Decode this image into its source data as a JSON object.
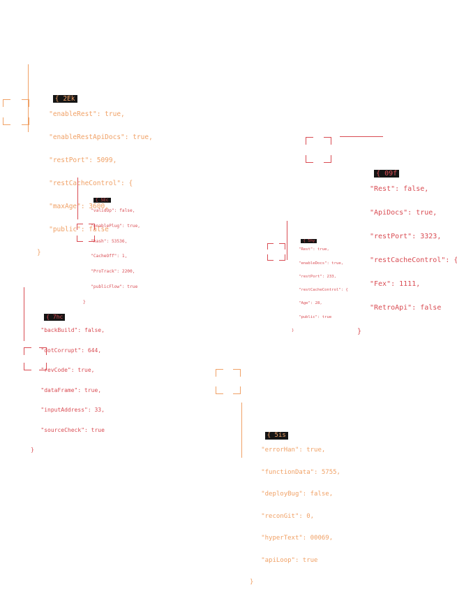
{
  "blocks": [
    {
      "tag": "{ 2Ek",
      "lines": [
        "\"enableRest\": true,",
        "\"enableRestApiDocs\": true,",
        "\"restPort\": 5099,",
        "\"restCacheControl\": {",
        "\"maxAge\": 3600,",
        "\"public\": false"
      ],
      "close": "}"
    },
    {
      "tag": "{ 09f",
      "lines": [
        "\"Rest\": false,",
        "\"ApiDocs\": true,",
        "\"restPort\": 3323,",
        "\"restCacheControl\": {",
        "\"Fex\": 1111,",
        "\"RetroApi\": false"
      ],
      "close": "}"
    },
    {
      "tag": "{ 5Ec",
      "lines": [
        "\"validOp\": false,",
        "\"enablePlug\": true,",
        "\"hash\": 53536,",
        "\"CacheOff\": 1,",
        "\"ProTrack\": 2200,",
        "\"publicFlow\": true"
      ],
      "close": "}"
    },
    {
      "tag": "{ 5hy",
      "lines": [
        "\"Rest\": true,",
        "\"enableDocs\": true,",
        "\"restPort\": 233,",
        "\"restCacheControl\": {",
        "\"Age\": 28,",
        "\"public\": true"
      ],
      "close": "}"
    },
    {
      "tag": "{ 7hc",
      "lines": [
        "\"backBuild\": false,",
        "\"dotCorrupt\": 644,",
        "\"revCode\": true,",
        "\"dataFrame\": true,",
        "\"inputAddress\": 33,",
        "\"sourceCheck\": true"
      ],
      "close": "}"
    },
    {
      "tag": "{ 5is",
      "lines": [
        "\"errorHan\": true,",
        "\"functionData\": 5755,",
        "\"deployBug\": false,",
        "\"reconGit\": 0,",
        "\"hyperText\": 00069,",
        "\"apiLoop\": true"
      ],
      "close": "}"
    }
  ],
  "colors": {
    "orange": "#f0a166",
    "red": "#d94b52",
    "tag_bg": "#151515"
  }
}
